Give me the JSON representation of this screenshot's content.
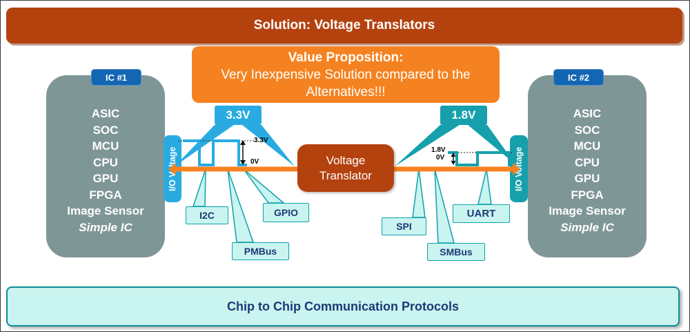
{
  "colors": {
    "rust": "#B4420F",
    "orange": "#F58220",
    "light_blue": "#29ABE2",
    "teal": "#16A0AC",
    "callout_fill": "#C9F4F0",
    "callout_border": "#0FA0AC",
    "navy_text": "#1E3A74",
    "ic_gray": "#7F9697",
    "badge_blue": "#1266B4",
    "arrow_orange": "#F5821F"
  },
  "top_banner": {
    "title": "Solution: Voltage Translators"
  },
  "value_proposition": {
    "heading": "Value Proposition:",
    "body": "Very Inexpensive Solution compared to the Alternatives!!!"
  },
  "ic1": {
    "badge": "IC #1",
    "items": [
      "ASIC",
      "SOC",
      "MCU",
      "CPU",
      "GPU",
      "FPGA",
      "Image Sensor"
    ],
    "italic_item": "Simple IC",
    "tab": "I/O Voltage"
  },
  "ic2": {
    "badge": "IC #2",
    "items": [
      "ASIC",
      "SOC",
      "MCU",
      "CPU",
      "GPU",
      "FPGA",
      "Image Sensor"
    ],
    "italic_item": "Simple IC",
    "tab": "I/O Voltage"
  },
  "translator": {
    "label": "Voltage Translator"
  },
  "left_signal": {
    "voltage": "3.3V",
    "high_label": "3.3V",
    "low_label": "0V"
  },
  "right_signal": {
    "voltage": "1.8V",
    "high_label": "1.8V",
    "low_label": "0V"
  },
  "protocols": {
    "i2c": "I2C",
    "pmbus": "PMBus",
    "gpio": "GPIO",
    "spi": "SPI",
    "smbus": "SMBus",
    "uart": "UART"
  },
  "bottom_banner": {
    "title": "Chip to Chip Communication Protocols"
  }
}
